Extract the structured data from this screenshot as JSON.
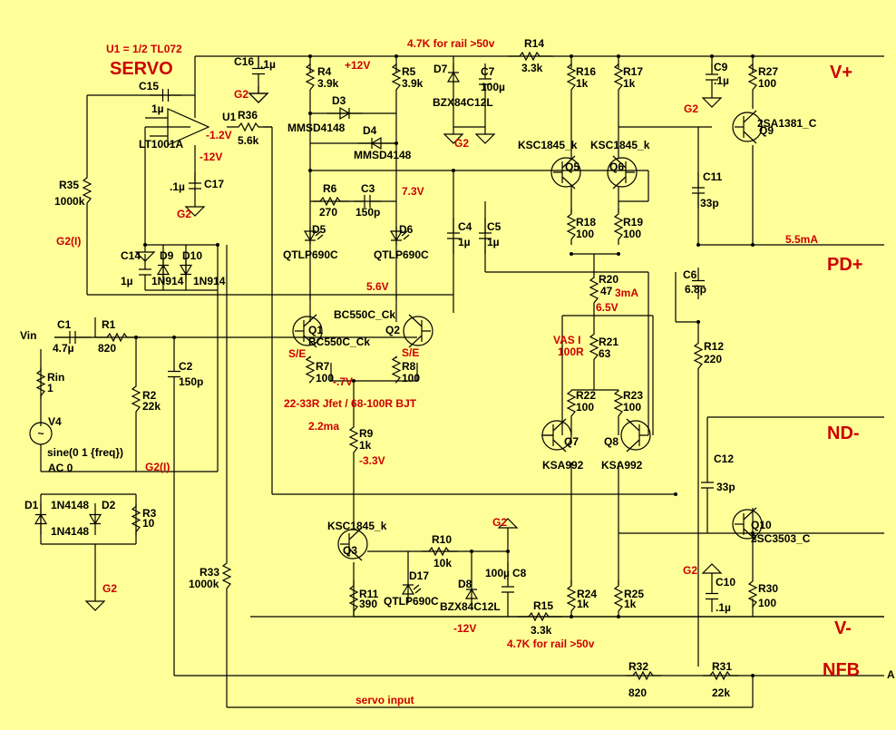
{
  "notes": {
    "servo_title": "SERVO",
    "opamp_note": "U1 = 1/2 TL072",
    "rail_note_top": "4.7K for rail >50v",
    "rail_note_bottom": "4.7K for rail >50v",
    "r7_note": "22-33R Jfet / 68-100R BJT",
    "servo_input": "servo input",
    "vas_label": "VAS I",
    "vas_value": "100R"
  },
  "nets": {
    "vplus": "V+",
    "vminus": "V-",
    "pdplus": "PD+",
    "ndminus": "ND-",
    "nfb": "NFB",
    "vin": "Vin",
    "g2": "G2",
    "g2l": "G2(I)"
  },
  "voltages": {
    "p12v": "+12V",
    "m12v": "-12V",
    "m12v_bot": "-12V",
    "m1_2v": "-1.2V",
    "v7_3": "7.3V",
    "v5_6": "5.6V",
    "vm_7": "-.7V",
    "vm3_3": "-3.3V",
    "v6_5": "6.5V",
    "i5_5": "5.5mA",
    "i3": "3mA",
    "i2_2": "2.2ma",
    "se1": "S/E",
    "se2": "S/E"
  },
  "components": {
    "R4": [
      "R4",
      "3.9k"
    ],
    "R5": [
      "R5",
      "3.9k"
    ],
    "R6": [
      "R6",
      "270"
    ],
    "C3": [
      "C3",
      "150p"
    ],
    "R14": [
      "R14",
      "3.3k"
    ],
    "R16": [
      "R16",
      "1k"
    ],
    "R17": [
      "R17",
      "1k"
    ],
    "R27": [
      "R27",
      "100"
    ],
    "C9": [
      "C9",
      ".1µ"
    ],
    "C16": [
      "C16",
      ".1µ"
    ],
    "C7": [
      "C7",
      "100µ"
    ],
    "D7": [
      "D7",
      "BZX84C12L"
    ],
    "D3": [
      "D3",
      "MMSD4148"
    ],
    "D4": [
      "D4",
      "MMSD4148"
    ],
    "C15": [
      "C15",
      "1µ"
    ],
    "U1": [
      "U1",
      "LT1001A"
    ],
    "R36": [
      "R36",
      "5.6k"
    ],
    "R35": [
      "R35",
      "1000k"
    ],
    "C17": [
      "C17",
      ".1µ"
    ],
    "C14": [
      "C14",
      "1µ"
    ],
    "D9": [
      "D9",
      "1N914"
    ],
    "D10": [
      "D10",
      "1N914"
    ],
    "D5": [
      "D5",
      "QTLP690C"
    ],
    "D6": [
      "D6",
      "QTLP690C"
    ],
    "C4": [
      "C4",
      "1µ"
    ],
    "C5": [
      "C5",
      "1µ"
    ],
    "Q5": [
      "Q5",
      "KSC1845_k"
    ],
    "Q6": [
      "Q6",
      "KSC1845_k"
    ],
    "R18": [
      "R18",
      "100"
    ],
    "R19": [
      "R19",
      "100"
    ],
    "R20": [
      "R20",
      "47"
    ],
    "R21": [
      "R21",
      "63"
    ],
    "R22": [
      "R22",
      "100"
    ],
    "R23": [
      "R23",
      "100"
    ],
    "Q7": [
      "Q7",
      "KSA992"
    ],
    "Q8": [
      "Q8",
      "KSA992"
    ],
    "Q9": [
      "Q9",
      "2SA1381_C"
    ],
    "C11": [
      "C11",
      "33p"
    ],
    "C6": [
      "C6",
      "6.8p"
    ],
    "R12": [
      "R12",
      "220"
    ],
    "C12": [
      "C12",
      "33p"
    ],
    "Q10": [
      "Q10",
      "2SC3503_C"
    ],
    "C10": [
      "C10",
      ".1µ"
    ],
    "R30": [
      "R30",
      "100"
    ],
    "C1": [
      "C1",
      "4.7µ"
    ],
    "R1": [
      "R1",
      "820"
    ],
    "Rin": [
      "Rin",
      "1"
    ],
    "V4": [
      "V4",
      "sine(0 1 {freq})"
    ],
    "V4ac": [
      "AC 0"
    ],
    "R2": [
      "R2",
      "22k"
    ],
    "C2": [
      "C2",
      "150p"
    ],
    "Q1": [
      "Q1",
      "BC550C_Ck"
    ],
    "Q2": [
      "Q2",
      "BC550C_Ck"
    ],
    "R7": [
      "R7",
      "100"
    ],
    "R8": [
      "R8",
      "100"
    ],
    "R9": [
      "R9",
      "1k"
    ],
    "D1": [
      "D1",
      "1N4148"
    ],
    "D2": [
      "D2",
      "1N4148"
    ],
    "R3": [
      "R3",
      "10"
    ],
    "R33": [
      "R33",
      "1000k"
    ],
    "Q3": [
      "Q3",
      "KSC1845_k"
    ],
    "R10": [
      "R10",
      "10k"
    ],
    "R11": [
      "R11",
      "390"
    ],
    "D17": [
      "D17",
      "QTLP690C"
    ],
    "D8": [
      "D8",
      "BZX84C12L"
    ],
    "C8": [
      "C8",
      "100µ"
    ],
    "R15": [
      "R15",
      "3.3k"
    ],
    "R24": [
      "R24",
      "1k"
    ],
    "R25": [
      "R25",
      "1k"
    ],
    "R32": [
      "R32",
      "820"
    ],
    "R31": [
      "R31",
      "22k"
    ],
    "A": [
      "A"
    ]
  }
}
